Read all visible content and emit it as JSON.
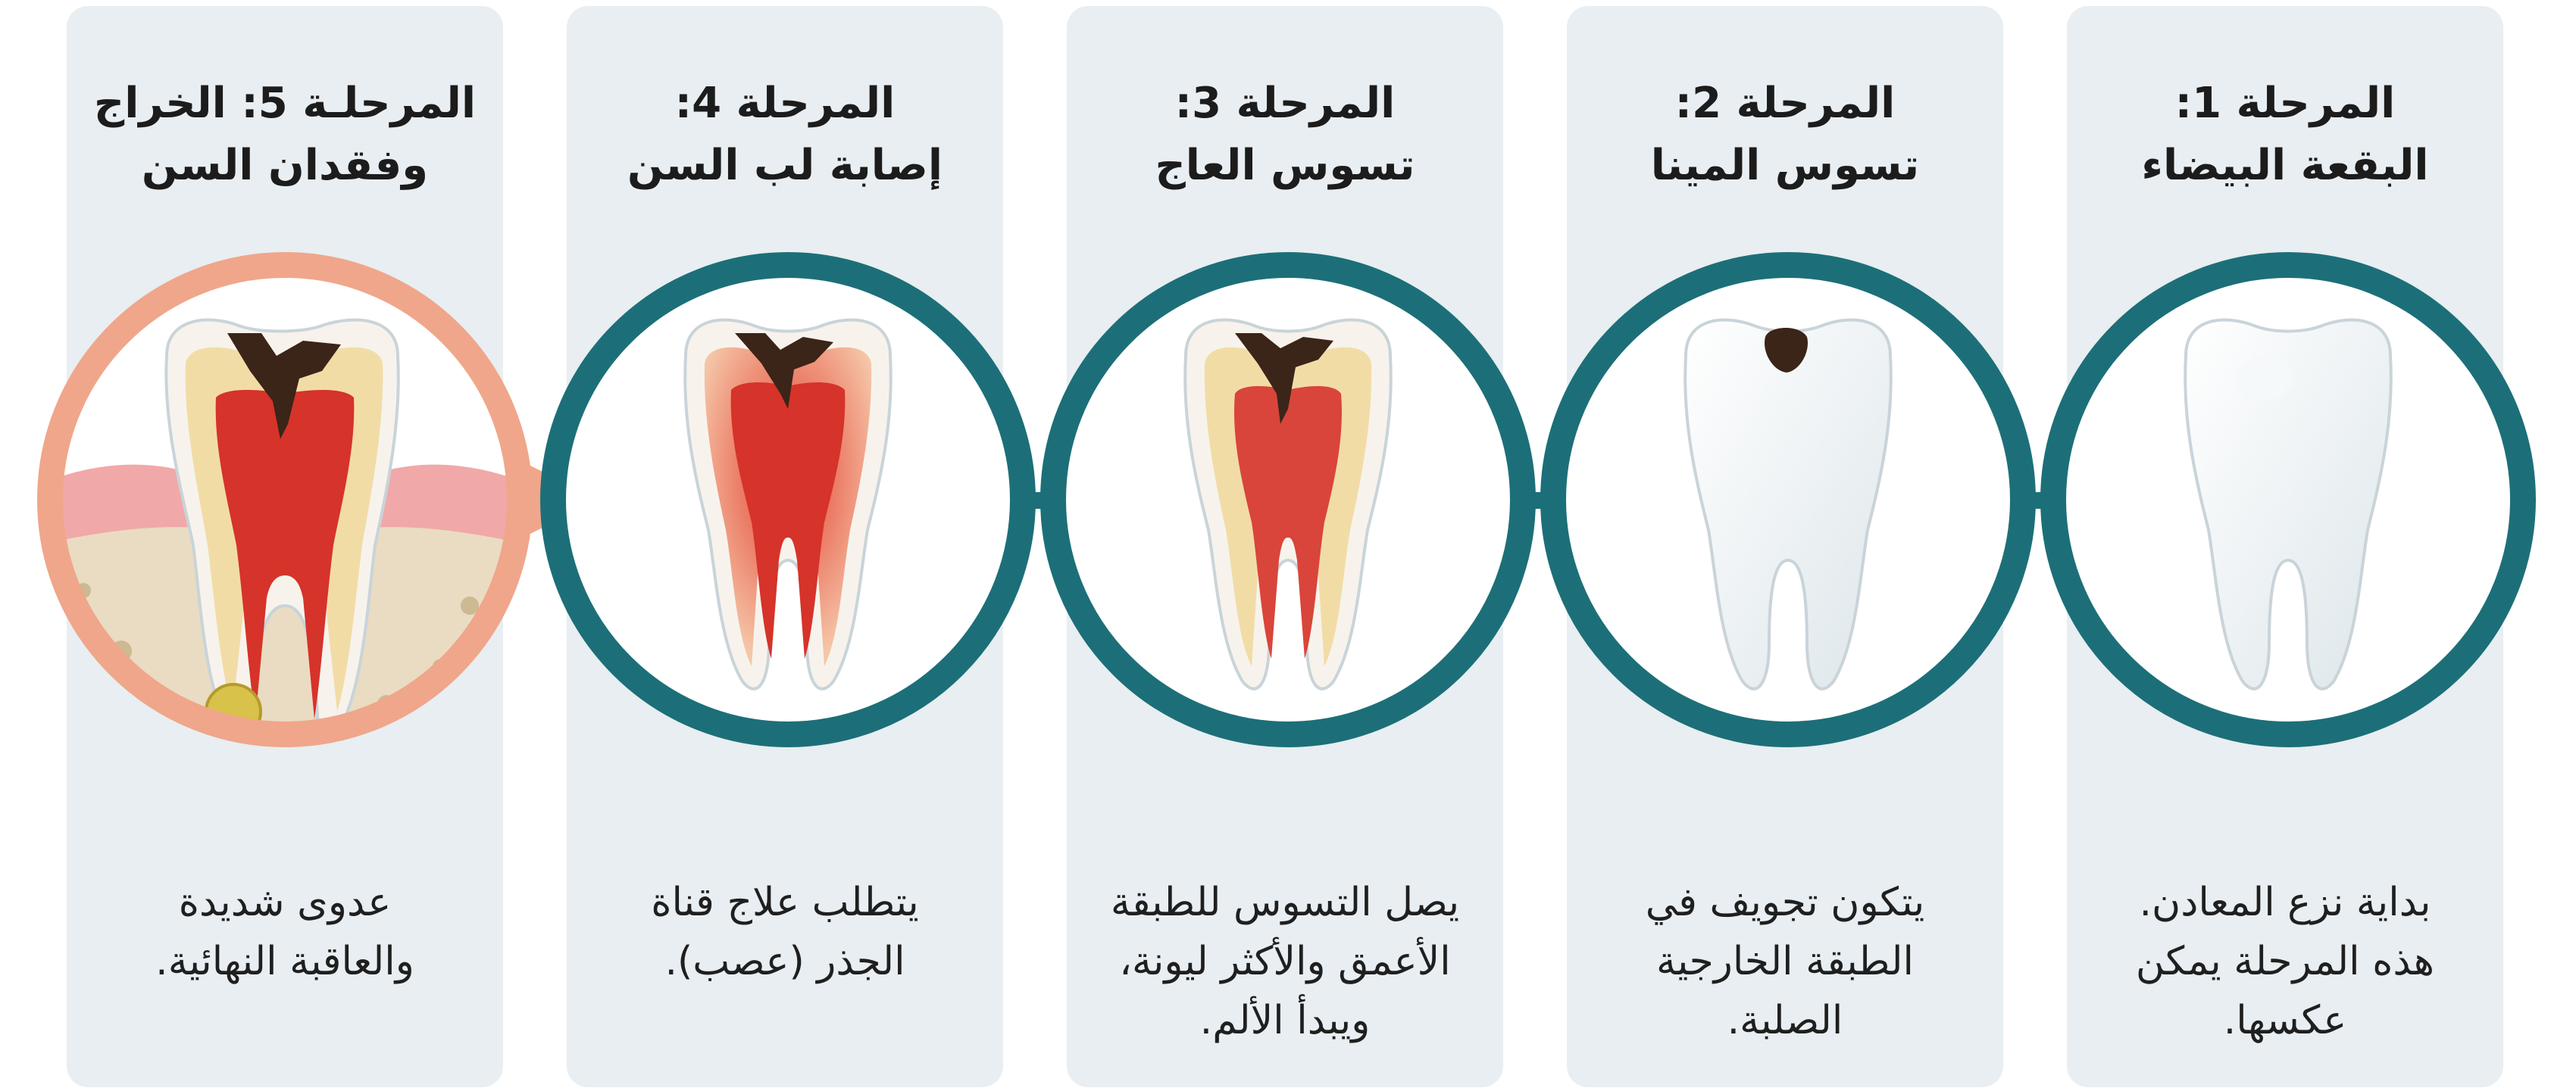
{
  "colors": {
    "card_bg": "#e8eef1",
    "ring_teal": "#1c6f78",
    "ring_abscess": "#f0a68a",
    "pulp_red": "#d93a2e",
    "decay_brown": "#3b2418",
    "bone": "#e9dcc2",
    "gum": "#f1a8a8"
  },
  "stages": [
    {
      "id": 1,
      "title_line1": "المرحلة 1:",
      "title_line2": "البقعة البيضاء",
      "desc_line1": "بداية نزع المعادن.",
      "desc_line2": "هذه المرحلة يمكن",
      "desc_line3": "عكسها."
    },
    {
      "id": 2,
      "title_line1": "المرحلة 2:",
      "title_line2": "تسوس المينا",
      "desc_line1": "يتكون تجويف في",
      "desc_line2": "الطبقة الخارجية",
      "desc_line3": "الصلبة."
    },
    {
      "id": 3,
      "title_line1": "المرحلة 3:",
      "title_line2": "تسوس العاج",
      "desc_line1": "يصل التسوس للطبقة",
      "desc_line2": "الأعمق والأكثر ليونة،",
      "desc_line3": "ويبدأ الألم."
    },
    {
      "id": 4,
      "title_line1": "المرحلة 4:",
      "title_line2": "إصابة لب السن",
      "desc_line1": "يتطلب علاج قناة",
      "desc_line2": "الجذر (عصب).",
      "desc_line3": ""
    },
    {
      "id": 5,
      "title_line1": "المرحلـة 5: الخراج",
      "title_line2": "وفقدان السن",
      "desc_line1": "عدوى شديدة",
      "desc_line2": "والعاقبة النهائية.",
      "desc_line3": ""
    }
  ]
}
